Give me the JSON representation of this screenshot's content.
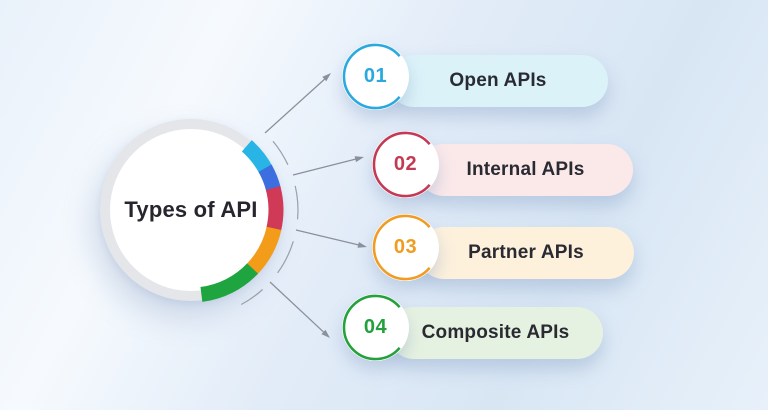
{
  "title": "Types of API",
  "items": [
    {
      "number": "01",
      "label": "Open APIs",
      "color": "#2ba9de",
      "pill_bg": "#dbf2f9"
    },
    {
      "number": "02",
      "label": "Internal APIs",
      "color": "#c43a54",
      "pill_bg": "#fbe9ea"
    },
    {
      "number": "03",
      "label": "Partner APIs",
      "color": "#f09c22",
      "pill_bg": "#fdf1dc"
    },
    {
      "number": "04",
      "label": "Composite APIs",
      "color": "#24a13d",
      "pill_bg": "#e6f2e1"
    }
  ],
  "donut_segments": [
    {
      "name": "cyan",
      "color": "#29b4e6"
    },
    {
      "name": "blue",
      "color": "#3c6ee0"
    },
    {
      "name": "red",
      "color": "#d13a56"
    },
    {
      "name": "orange",
      "color": "#f39c1a"
    },
    {
      "name": "green",
      "color": "#1fa53f"
    }
  ],
  "colors": {
    "title_text": "#26262e",
    "label_text": "#2a2a32",
    "circle_fill": "#ffffff",
    "circle_ring": "#e5e6ea",
    "guide_line": "#9aa0a8",
    "arrow": "#8b919c"
  }
}
